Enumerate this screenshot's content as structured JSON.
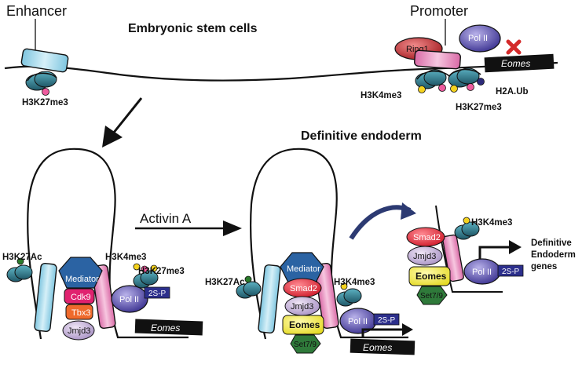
{
  "labels": {
    "enhancer": "Enhancer",
    "promoter": "Promoter",
    "embryonic_stem_cells": "Embryonic stem cells",
    "definitive_endoderm": "Definitive endoderm",
    "activin_a": "Activin A",
    "h3k27me3": "H3K27me3",
    "h3k4me3": "H3K4me3",
    "h2a_ub": "H2A.Ub",
    "h3k27ac": "H3K27Ac",
    "target_genes_line1": "Definitive",
    "target_genes_line2": "Endoderm",
    "target_genes_line3": "genes"
  },
  "proteins": {
    "ring1": "Ring1",
    "pol2": "Pol II",
    "eomes": "Eomes",
    "mediator": "Mediator",
    "cdk9": "Cdk9",
    "tbx3": "Tbx3",
    "jmjd3": "Jmjd3",
    "smad2": "Smad2",
    "set79": "Set7/9",
    "phospho": "2S-P"
  },
  "colors": {
    "enhancer": "#a9dcee",
    "promoter": "#ee92c6",
    "nucleosome": "#2f7c8c",
    "pol2": "#4e45a4",
    "ring1": "#c2272d",
    "mediator": "#2b63a3",
    "cdk9": "#e0226f",
    "tbx3": "#ef6a2c",
    "jmjd3": "#c8b6d8",
    "smad2": "#e02a3a",
    "eomes_protein": "#f2ee2a",
    "set79": "#2f7a3a",
    "mark_yellow": "#f5d31e",
    "mark_pink": "#ee5b9e",
    "mark_green": "#2a7a2a",
    "arrow_blue": "#2c3a72",
    "inhibit_red": "#d42a2a"
  }
}
